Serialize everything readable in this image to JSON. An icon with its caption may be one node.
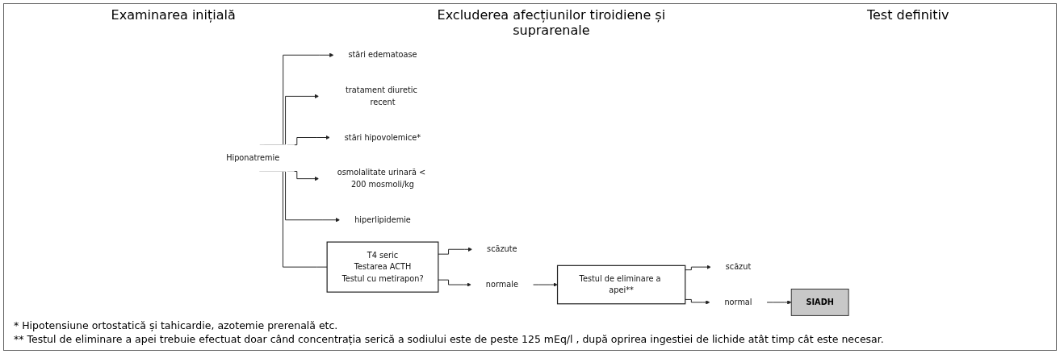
{
  "diagram": {
    "nodes": [
      {
        "text": [
          "Hiponatremie"
        ]
      },
      {
        "text": [
          "stări edematoase"
        ]
      },
      {
        "text": [
          "tratament diuretic recent"
        ]
      },
      {
        "text": [
          "stări hipovolemice*"
        ]
      },
      {
        "text": [
          "osmolalitate urinară < 200 mosmoli/kg"
        ]
      },
      {
        "text": [
          "hiperlipidemie"
        ]
      },
      {
        "text": [
          "T4 seric",
          "Testarea ACTH",
          "Testul cu metirapon?"
        ]
      },
      {
        "text": [
          "scăzute"
        ]
      },
      {
        "text": [
          "normale"
        ]
      },
      {
        "text": [
          "Testul de eliminare a apei**"
        ]
      },
      {
        "text": [
          "scăzut"
        ]
      },
      {
        "text": [
          "normal"
        ]
      },
      {
        "text": [
          "SIADH"
        ]
      }
    ],
    "edges": [
      {
        "from": 0,
        "to": 1,
        "arrow": "to"
      },
      {
        "from": 0,
        "to": 2,
        "arrow": "to"
      },
      {
        "from": 0,
        "to": 3,
        "arrow": "to"
      },
      {
        "from": 0,
        "to": 4,
        "arrow": "to"
      },
      {
        "from": 0,
        "to": 5,
        "arrow": "to"
      },
      {
        "from": 0,
        "to": 6,
        "arrow": "none"
      },
      {
        "from": 6,
        "to": 7,
        "arrow": "to"
      },
      {
        "from": 6,
        "to": 8,
        "arrow": "to"
      },
      {
        "from": 8,
        "to": 9,
        "arrow": "to"
      },
      {
        "from": 9,
        "to": 10,
        "arrow": "to"
      },
      {
        "from": 9,
        "to": 11,
        "arrow": "to"
      },
      {
        "from": 11,
        "to": 12,
        "arrow": "to"
      }
    ],
    "labels": [
      "Examinarea inițială",
      "Excluderea afecțiunilor tiroidiene și suprarenale",
      "Test definitiv",
      "* Hipotensiune ortostatică și tahicardie, azotemie prerenală etc.",
      "** Testul de eliminare a apei trebuie efectuat doar când concentrația serică a sodiului este de peste 125 mEq/l , după oprirea ingestiei de lichide atât timp cât este necesar."
    ]
  }
}
